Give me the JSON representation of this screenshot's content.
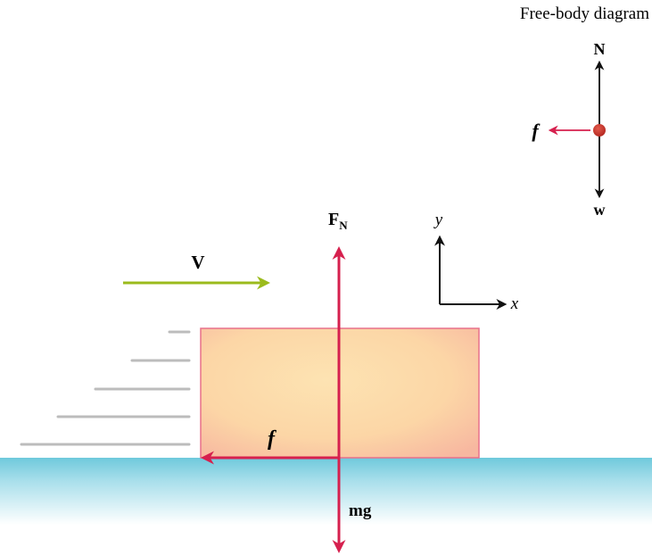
{
  "fbd": {
    "title": "Free-body diagram",
    "normal_label": "N",
    "friction_label": "f",
    "weight_label": "w"
  },
  "main": {
    "velocity_label": "V",
    "normal_force_label": "F",
    "normal_force_subscript": "N",
    "friction_label": "f",
    "weight_label": "mg"
  },
  "axes": {
    "x_label": "x",
    "y_label": "y"
  },
  "colors": {
    "force_arrow": "#d6204e",
    "velocity_arrow": "#9bbb1c",
    "block_outline": "#e8708a",
    "ground": "#79cfe0",
    "speed_lines": "#bcbcbc",
    "fbd_point": "#c8332c"
  }
}
